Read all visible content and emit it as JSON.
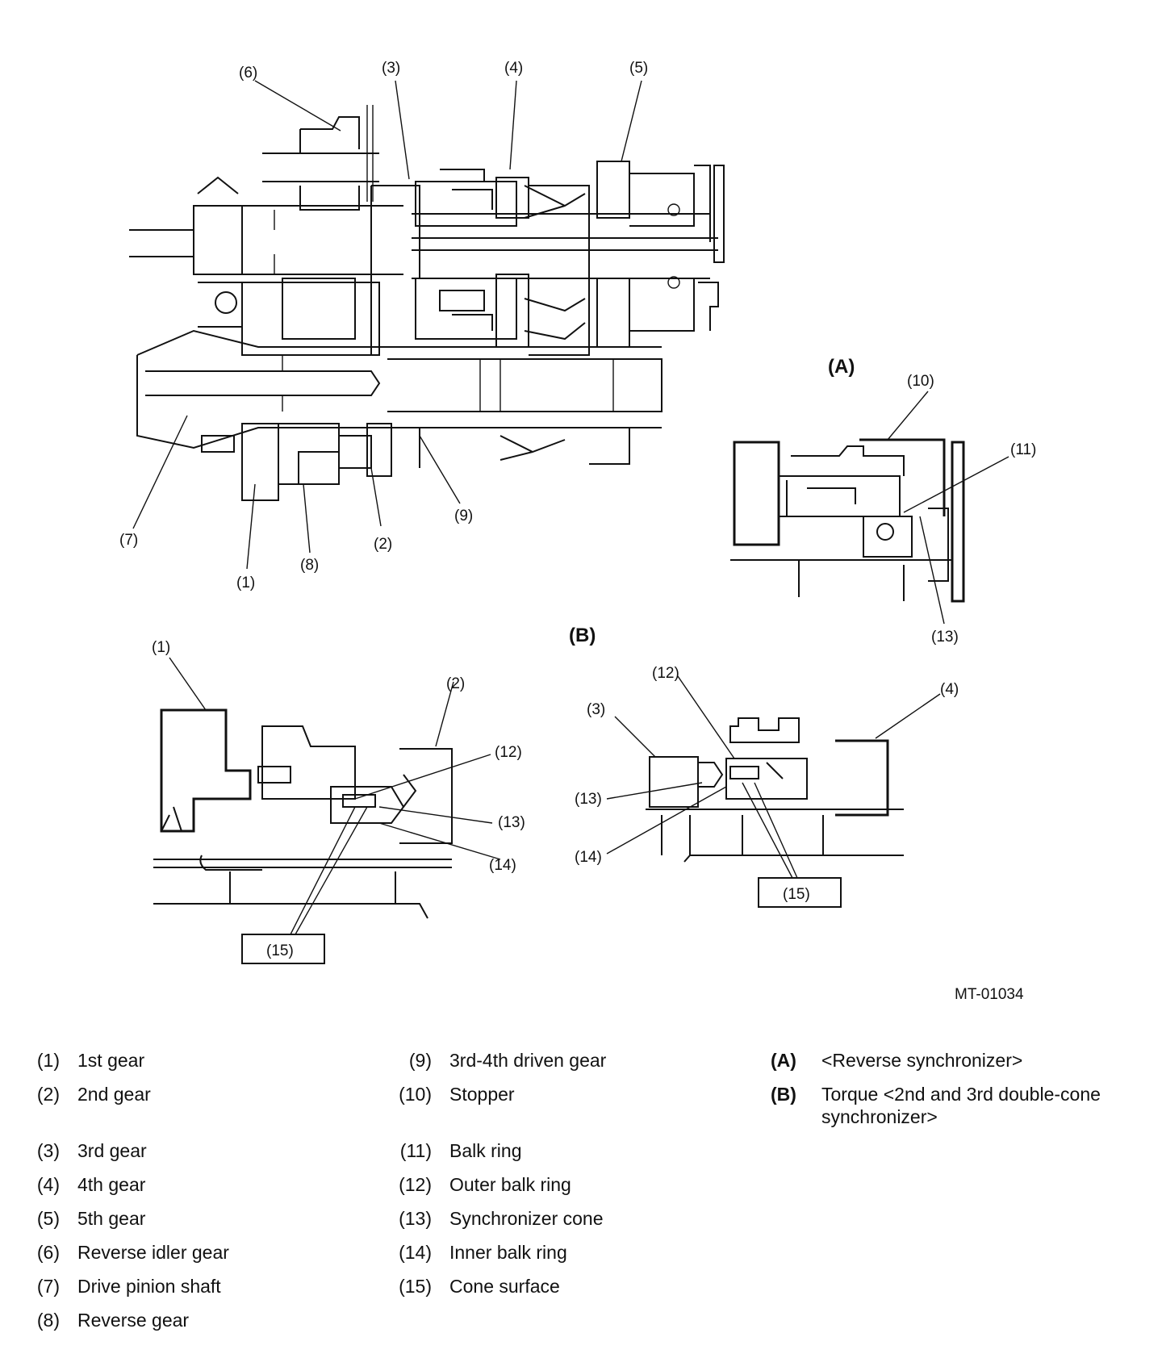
{
  "figure_code": "MT-01034",
  "views": {
    "a": "(A)",
    "b": "(B)"
  },
  "callouts": [
    "(1)",
    "(2)",
    "(3)",
    "(4)",
    "(5)",
    "(6)",
    "(7)",
    "(8)",
    "(9)",
    "(10)",
    "(11)",
    "(12)",
    "(13)",
    "(14)",
    "(15)"
  ],
  "legend": {
    "col1": [
      {
        "num": "(1)",
        "text": "1st gear"
      },
      {
        "num": "(2)",
        "text": "2nd gear"
      },
      {
        "num": "(3)",
        "text": "3rd gear"
      },
      {
        "num": "(4)",
        "text": "4th gear"
      },
      {
        "num": "(5)",
        "text": "5th gear"
      },
      {
        "num": "(6)",
        "text": "Reverse idler gear"
      },
      {
        "num": "(7)",
        "text": "Drive pinion shaft"
      },
      {
        "num": "(8)",
        "text": "Reverse gear"
      }
    ],
    "col2": [
      {
        "num": "(9)",
        "text": "3rd-4th driven gear"
      },
      {
        "num": "(10)",
        "text": "Stopper"
      },
      {
        "num": "(11)",
        "text": "Balk ring"
      },
      {
        "num": "(12)",
        "text": "Outer balk ring"
      },
      {
        "num": "(13)",
        "text": "Synchronizer cone"
      },
      {
        "num": "(14)",
        "text": "Inner balk ring"
      },
      {
        "num": "(15)",
        "text": "Cone surface"
      }
    ],
    "col3": [
      {
        "num": "(A)",
        "text": "<Reverse synchronizer>"
      },
      {
        "num": "(B)",
        "text": "Torque <2nd and 3rd double-cone synchronizer>"
      }
    ]
  }
}
